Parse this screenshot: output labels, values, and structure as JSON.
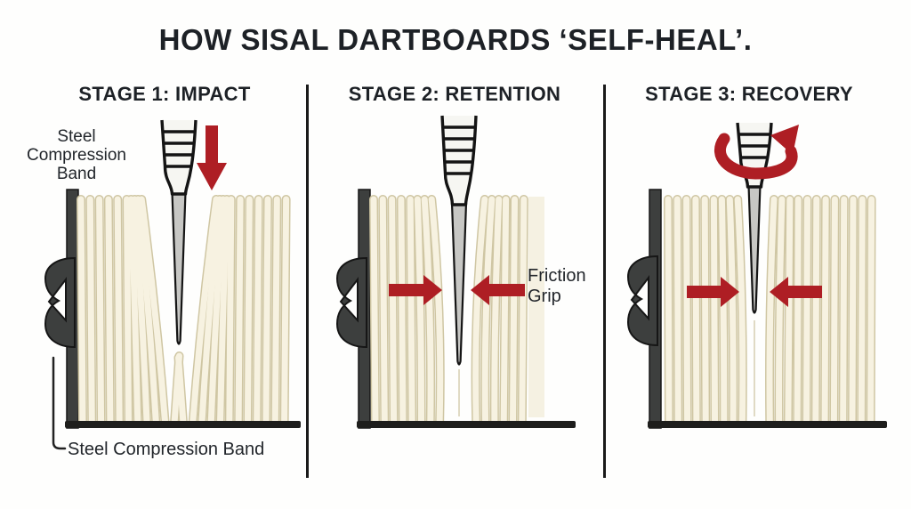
{
  "title": "HOW SISAL DARTBOARDS ‘SELF-HEAL’.",
  "stages": [
    {
      "header": "STAGE 1: IMPACT",
      "band_label_top_lines": [
        "Steel",
        "Compression",
        "Band"
      ],
      "band_label_bottom": "Steel Compression Band",
      "icons": [
        "impact-down-arrow",
        "compression-band-clamp"
      ]
    },
    {
      "header": "STAGE 2: RETENTION",
      "friction_label_lines": [
        "Friction",
        "Grip"
      ],
      "icons": [
        "squeeze-left-arrow",
        "squeeze-right-arrow",
        "compression-band-clamp"
      ]
    },
    {
      "header": "STAGE 3: RECOVERY",
      "icons": [
        "twist-extract-arrow",
        "close-left-arrow",
        "close-right-arrow",
        "compression-band-clamp"
      ]
    }
  ],
  "colors": {
    "background": "#fefefd",
    "text_dark": "#1f2329",
    "accent_red": "#ae1e24",
    "fiber_fill": "#f7f2e1",
    "fiber_outline": "#cfc6a3",
    "band_dark": "#3d3f3e",
    "band_outline": "#161616",
    "dart_body": "#f6f6f2",
    "dart_outline": "#141414",
    "dart_point": "#c7c7c4",
    "baseline": "#1e1e1c",
    "shadow": "#efe8d0"
  }
}
